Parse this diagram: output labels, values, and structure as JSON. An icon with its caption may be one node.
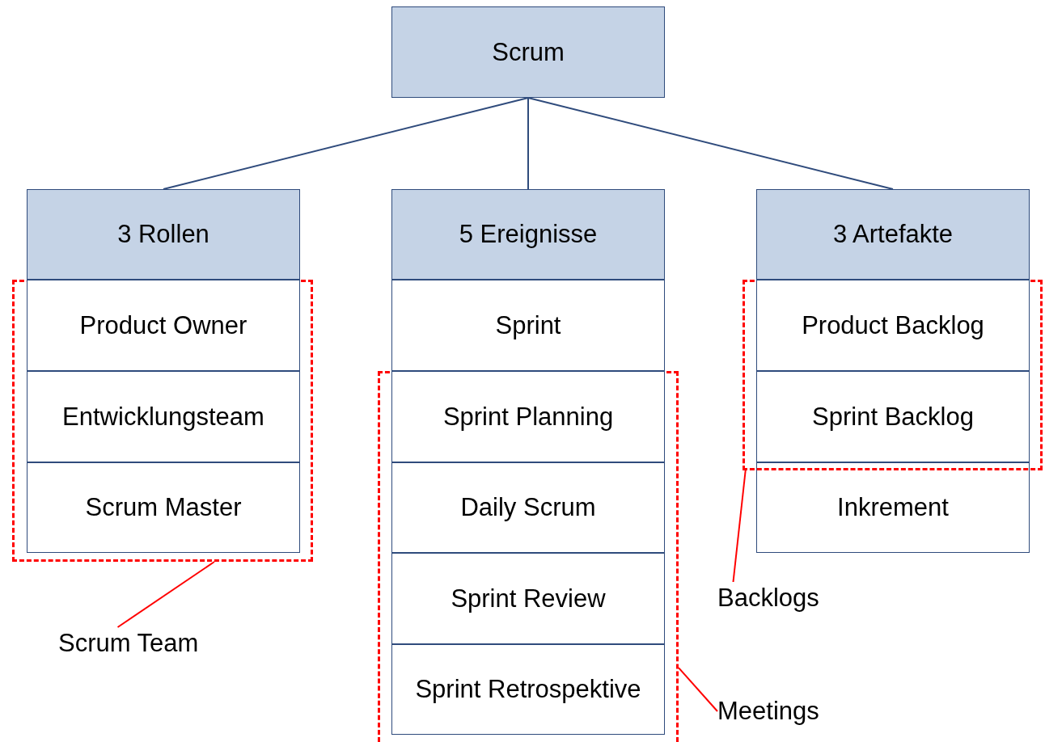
{
  "diagram": {
    "nodes": [
      {
        "text": [
          "Scrum"
        ]
      },
      {
        "text": [
          "3 Rollen"
        ]
      },
      {
        "text": [],
        "shape": "box"
      },
      {
        "text": [
          "Product Owner"
        ],
        "in": 2
      },
      {
        "text": [
          "Entwicklungsteam"
        ],
        "in": 2
      },
      {
        "text": [
          "Scrum Master"
        ],
        "in": 2
      },
      {
        "text": [
          "Scrum Team"
        ]
      },
      {
        "text": [
          "5 Ereignisse"
        ]
      },
      {
        "text": [
          "Sprint"
        ]
      },
      {
        "text": [],
        "shape": "box"
      },
      {
        "text": [
          "Sprint Planning"
        ],
        "in": 9
      },
      {
        "text": [
          "Daily Scrum"
        ],
        "in": 9
      },
      {
        "text": [
          "Sprint Review"
        ],
        "in": 9
      },
      {
        "text": [
          "Sprint Retrospektive"
        ],
        "in": 9
      },
      {
        "text": [
          "Meetings"
        ]
      },
      {
        "text": [
          "3 Artefakte"
        ]
      },
      {
        "text": [],
        "shape": "box"
      },
      {
        "text": [
          "Product Backlog"
        ],
        "in": 16
      },
      {
        "text": [
          "Sprint Backlog"
        ],
        "in": 16
      },
      {
        "text": [
          "Inkrement"
        ]
      },
      {
        "text": [
          "Backlogs"
        ]
      }
    ],
    "edges": [
      {
        "from": 0,
        "to": 1,
        "arrow": "none"
      },
      {
        "from": 0,
        "to": 7,
        "arrow": "none"
      },
      {
        "from": 0,
        "to": 15,
        "arrow": "none"
      },
      {
        "from": 6,
        "to": 2,
        "arrow": "none",
        "color": "#ff0000"
      },
      {
        "from": 14,
        "to": 9,
        "arrow": "none",
        "color": "#ff0000"
      },
      {
        "from": 20,
        "to": 16,
        "arrow": "none",
        "color": "#ff0000"
      }
    ]
  }
}
